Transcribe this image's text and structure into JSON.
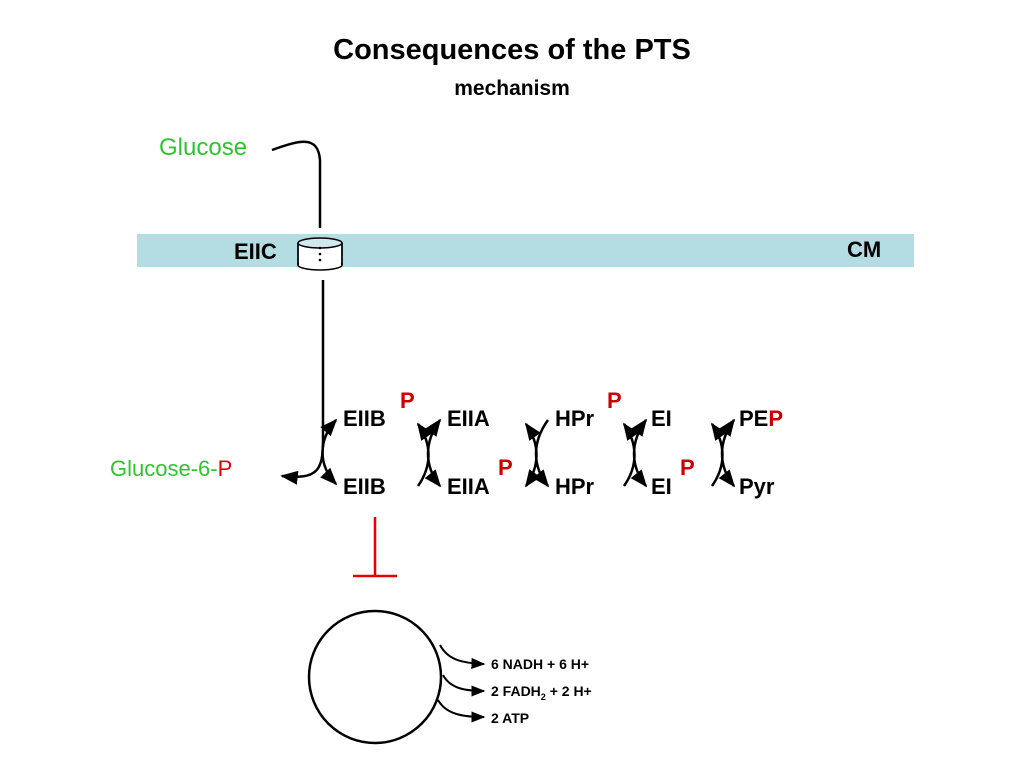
{
  "title": "Consequences of the PTS",
  "subtitle": "mechanism",
  "membrane": {
    "label": "CM",
    "transporter": "EIIC",
    "color": "#b3dde2"
  },
  "substrate": {
    "outside": "Glucose",
    "inside_prefix": "Glucose-6-",
    "inside_phospho": "P"
  },
  "cascade": {
    "top_row": [
      "EIIB",
      "EIIA",
      "HPr",
      "EI"
    ],
    "top_pep_prefix": "PE",
    "top_pep_phospho": "P",
    "bottom_row": [
      "EIIB",
      "EIIA",
      "HPr",
      "EI",
      "Pyr"
    ],
    "phospho_label": "P"
  },
  "outputs": {
    "nadh": "6 NADH + 6 H+",
    "fadh_prefix": "2 FADH",
    "fadh_sub": "2",
    "fadh_suffix": " + 2 H+",
    "atp": "2 ATP"
  },
  "colors": {
    "green": "#2ec52e",
    "red": "#e60000",
    "membrane": "#b3dde2"
  }
}
